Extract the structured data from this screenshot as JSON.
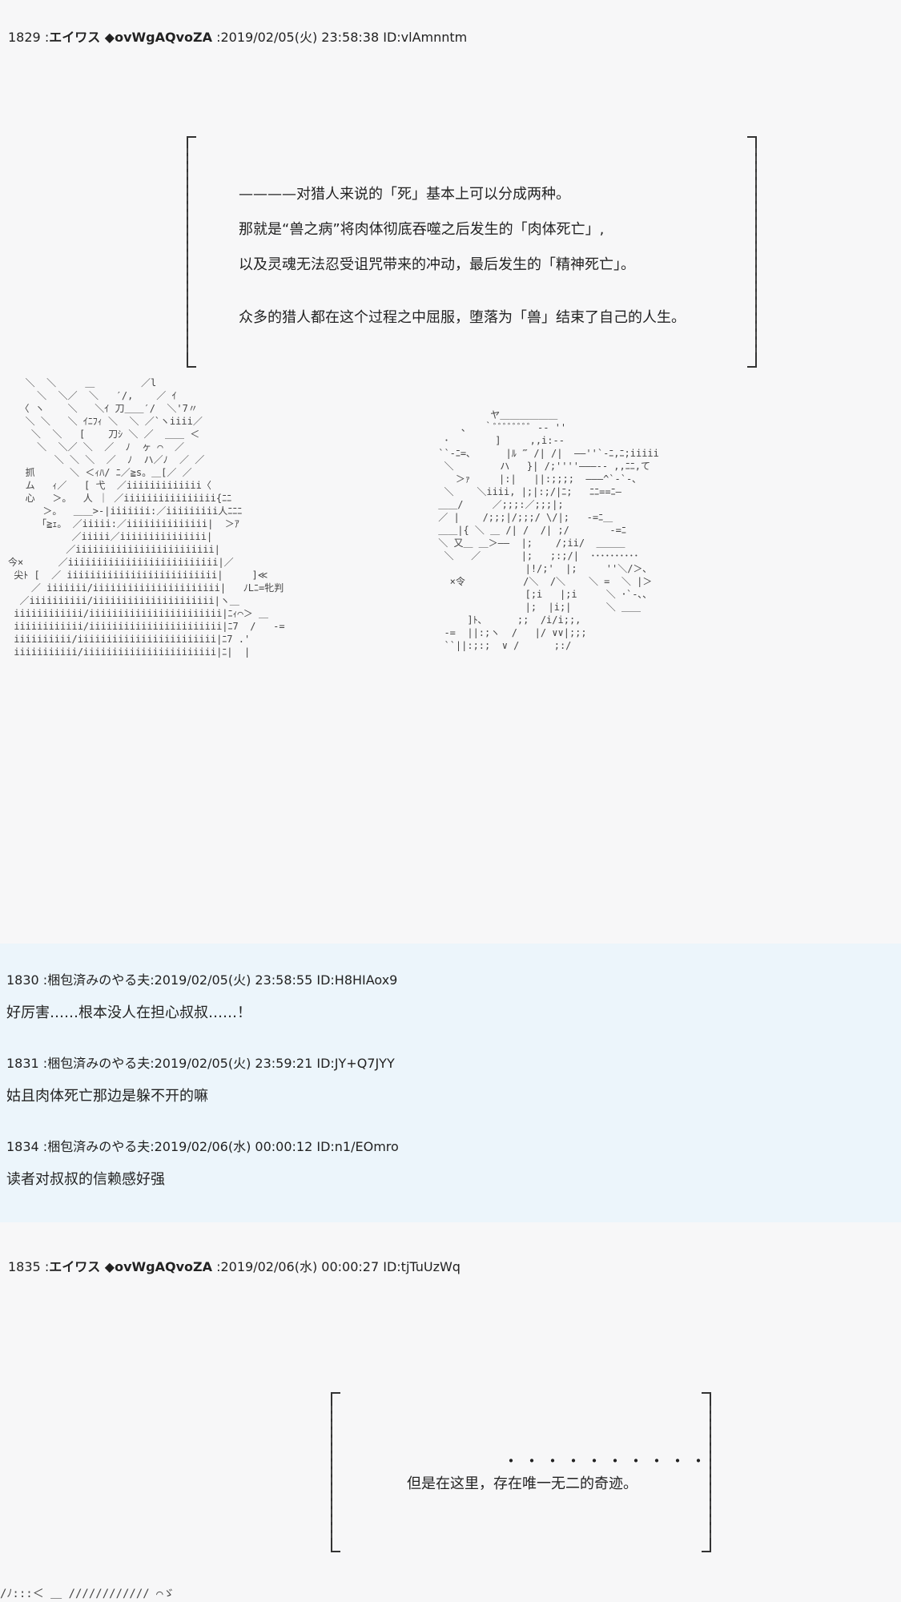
{
  "posts": [
    {
      "num": "1829",
      "name": "エイワス ◆ovWgAQvoZA",
      "date": "2019/02/05(火) 23:58:38",
      "id": "ID:vlAmnntm",
      "lines": [
        "————对猎人来说的「死」基本上可以分成两种。",
        "那就是“兽之病”将肉体彻底吞噬之后发生的「肉体死亡」,",
        "以及灵魂无法忍受诅咒带来的冲动，最后发生的「精神死亡」。",
        "众多的猎人都在这个过程之中屈服，堕落为「兽」结束了自己的人生。"
      ],
      "aa_left": "   ＼  ＼     ＿        ／l\n     ＼  ＼／  ＼   ′/,    ／ ｲ\n  〈 ヽ    ＼   ＼ｲ 刀＿＿′/  ＼'7〃\n   ＼ ＼   ＼ ｲﾆﾌｨ ＼  ＼ ／`ヽiiii／\n    ＼  ＼   [    刀ｼ ＼ ／  ＿＿ ＜\n     ＼  ＼／ ＼  ／  ﾉ  ヶ ⌒  ／\n        ＼ ＼ ＼  ／  ﾉ  ハ／ﾉ  ／ ／\n   抓      ＼ ＜ｨﾊ/ ﾆ／≧s。＿[／ ／\n   ム   ｨ／   [ 弋  ／iiiiiiiiiiiii〈\n   心   ＞。  人 ｜ ／iiiiiiiiiiiiiiii{ﾆﾆ\n      ＞。  ＿＿>-|iiiiiii:／iiiiiiiii人ﾆﾆﾆ\n     「≧ｪ。 ／iiiii:／iiiiiiiiiiiiii|  ＞ｱ\n           ／iiiii／iiiiiiiiiiiiiii|\n          ／iiiiiiiiiiiiiiiiiiiiiiii|\n今×      ／iiiiiiiiiiiiiiiiiiiiiiiiii|／\n 尖ﾄ [  ／ iiiiiiiiiiiiiiiiiiiiiiiiii|     ]≪\n    ／ iiiiiii/iiiiiiiiiiiiiiiiiiiiii|   ﾉLﾆ=牝判\n  ／iiiiiiiiii/iiiiiiiiiiiiiiiiiiiii|ヽ＿\n iiiiiiiiiiii/iiiiiiiiiiiiiiiiiiiiiii|ﾆｨ⌒＞ ＿\n iiiiiiiiiiii/iiiiiiiiiiiiiiiiiiiiiii|ﾆ7  /   -=\n iiiiiiiiii/iiiiiiiiiiiiiiiiiiiiiiii|ﾆ7 .'\n iiiiiiiiiii/iiiiiiiiiiiiiiiiiiiiiii|ﾆ|  |",
      "aa_right": "          ヤ＿＿＿＿＿＿\n     ､   ｀ﾞﾞﾞﾞﾞﾞﾞﾞ ‐‐ ''\n  ･        ]     ,,i:--\n ``-ﾆ=､      |ﾙ ‴ /| /|  ――''`-ﾆ,ﾆ;iiiii\n  ＼        ハ   }| /;''''―――-- ,,ﾆﾆ,て\n    ＞ｧ     |:|   ||:;;;;  ―――^`-`-､\n  ＼    ＼iiii, |;|:;/|ﾆ;   ﾆﾆ==ﾆ―\n ＿＿/     ／;;;:／;;;|;\n ／ |    /;;;|/;;;/ \\/|;   -=ﾆ＿\n ＿＿|{ ＼ ＿ /| /  /| ;/       -=ﾆ\n ＼ 又＿ ＿＞――  |;    /;ii/  ＿＿＿\n  ＼   ／       |;   ;:;/|  ･･････････\n                |!/;'  |;     ''＼/＞､\n   ×令          /＼  /＼    ＼ =  ＼ |＞\n                [;i   |;i     ＼ ･`-､､\n                |;  |i;|      ＼ ＿＿\n      ]ﾄ､      ;;  /i/i;;,\n  -=  ||:;ヽ  /   |/ ∨∨|;;;\n  ``||:;:;  ∨ /      ;:/"
    },
    {
      "num": "1830",
      "name": "梱包済みのやる夫",
      "date": "2019/02/05(火) 23:58:55",
      "id": "ID:H8HIAox9",
      "body": "好厉害……根本没人在担心叔叔……！"
    },
    {
      "num": "1831",
      "name": "梱包済みのやる夫",
      "date": "2019/02/05(火) 23:59:21",
      "id": "ID:JY+Q7JYY",
      "body": "姑且肉体死亡那边是躲不开的嘛"
    },
    {
      "num": "1834",
      "name": "梱包済みのやる夫",
      "date": "2019/02/06(水) 00:00:12",
      "id": "ID:n1/EOmro",
      "body": "读者对叔叔的信赖感好强"
    },
    {
      "num": "1835",
      "name": "エイワス ◆ovWgAQvoZA",
      "date": "2019/02/06(水) 00:00:27",
      "id": "ID:tjTuUzWq",
      "dots": "・・・・・・・・・・",
      "line": "但是在这里，存在唯一无二的奇迹。",
      "bottom_aa": "/ﾉ:::＜ ＿ //////////// ⌒ゞ"
    }
  ]
}
